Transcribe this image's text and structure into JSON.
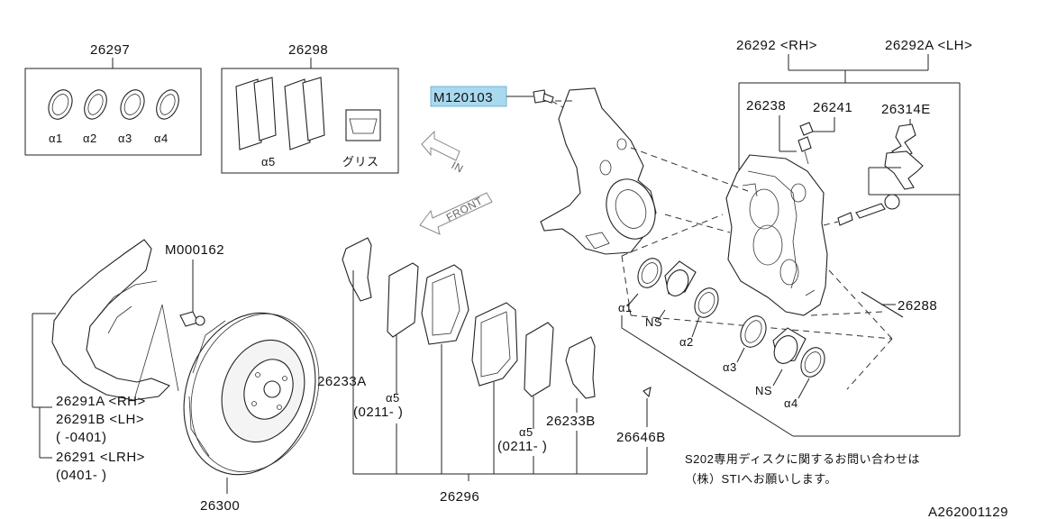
{
  "labels": {
    "p26297": "26297",
    "p26298": "26298",
    "p26292rh": "26292 <RH>",
    "p26292alh": "26292A <LH>",
    "m120103": "M120103",
    "p26238": "26238",
    "p26241": "26241",
    "p26314e": "26314E",
    "m000162": "M000162",
    "p26288": "26288",
    "p26233a": "26233A",
    "p26233b": "26233B",
    "p26646b": "26646B",
    "p26291a": "26291A <RH>",
    "p26291b": "26291B <LH>",
    "date0401end": "(      -0401)",
    "p26291": "26291   <LRH>",
    "date0401start": "(0401-      )",
    "p26300": "26300",
    "p26296": "26296",
    "date0211a": "(0211-      )",
    "date0211b": "(0211-      )",
    "alpha1": "α1",
    "alpha2": "α2",
    "alpha3": "α3",
    "alpha4": "α4",
    "alpha5": "α5",
    "grease": "グリス",
    "ns": "NS",
    "arrow_in": "IN",
    "arrow_front": "FRONT",
    "note_line1": "S202専用ディスクに関するお問い合わせは",
    "note_line2": "（株）STIへお願いします。",
    "diagram_id": "A262001129"
  },
  "colors": {
    "highlight": "#a9d9ef",
    "line": "#222222"
  }
}
